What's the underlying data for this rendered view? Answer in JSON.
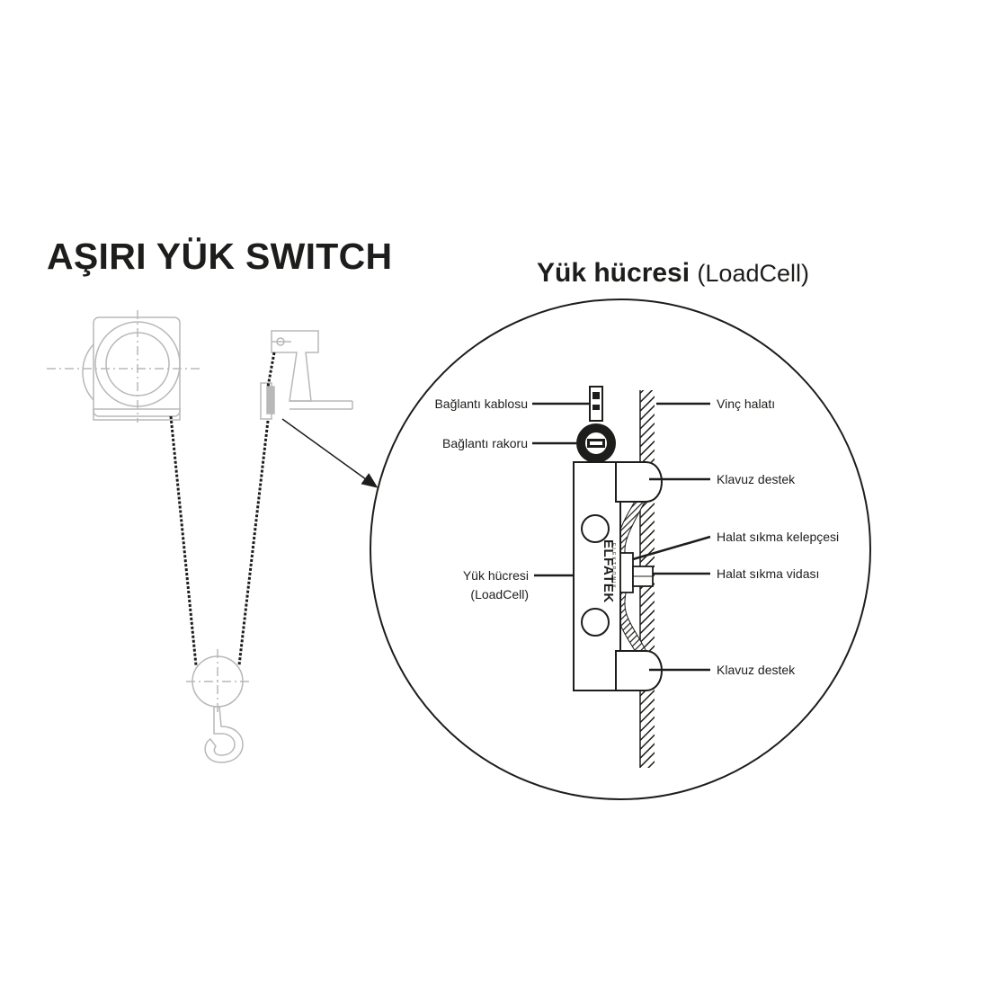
{
  "title": "AŞIRI YÜK SWITCH",
  "subtitle": {
    "bold": "Yük hücresi",
    "light": "(LoadCell)"
  },
  "brand": {
    "name": "ELFATEK",
    "tagline": "ELEKTRONIK"
  },
  "labels": {
    "baglanti_kablosu": "Bağlantı kablosu",
    "baglanti_rakoru": "Bağlantı rakoru",
    "yuk_hucresi_line1": "Yük hücresi",
    "yuk_hucresi_line2": "(LoadCell)",
    "vinc_halati": "Vinç halatı",
    "klavuz_destek_top": "Klavuz destek",
    "halat_sikma_kelepcesi": "Halat sıkma kelepçesi",
    "halat_sikma_vidasi": "Halat sıkma vidası",
    "klavuz_destek_bottom": "Klavuz destek"
  },
  "colors": {
    "line": "#1d1d1b",
    "faint": "#b8b8b8"
  }
}
